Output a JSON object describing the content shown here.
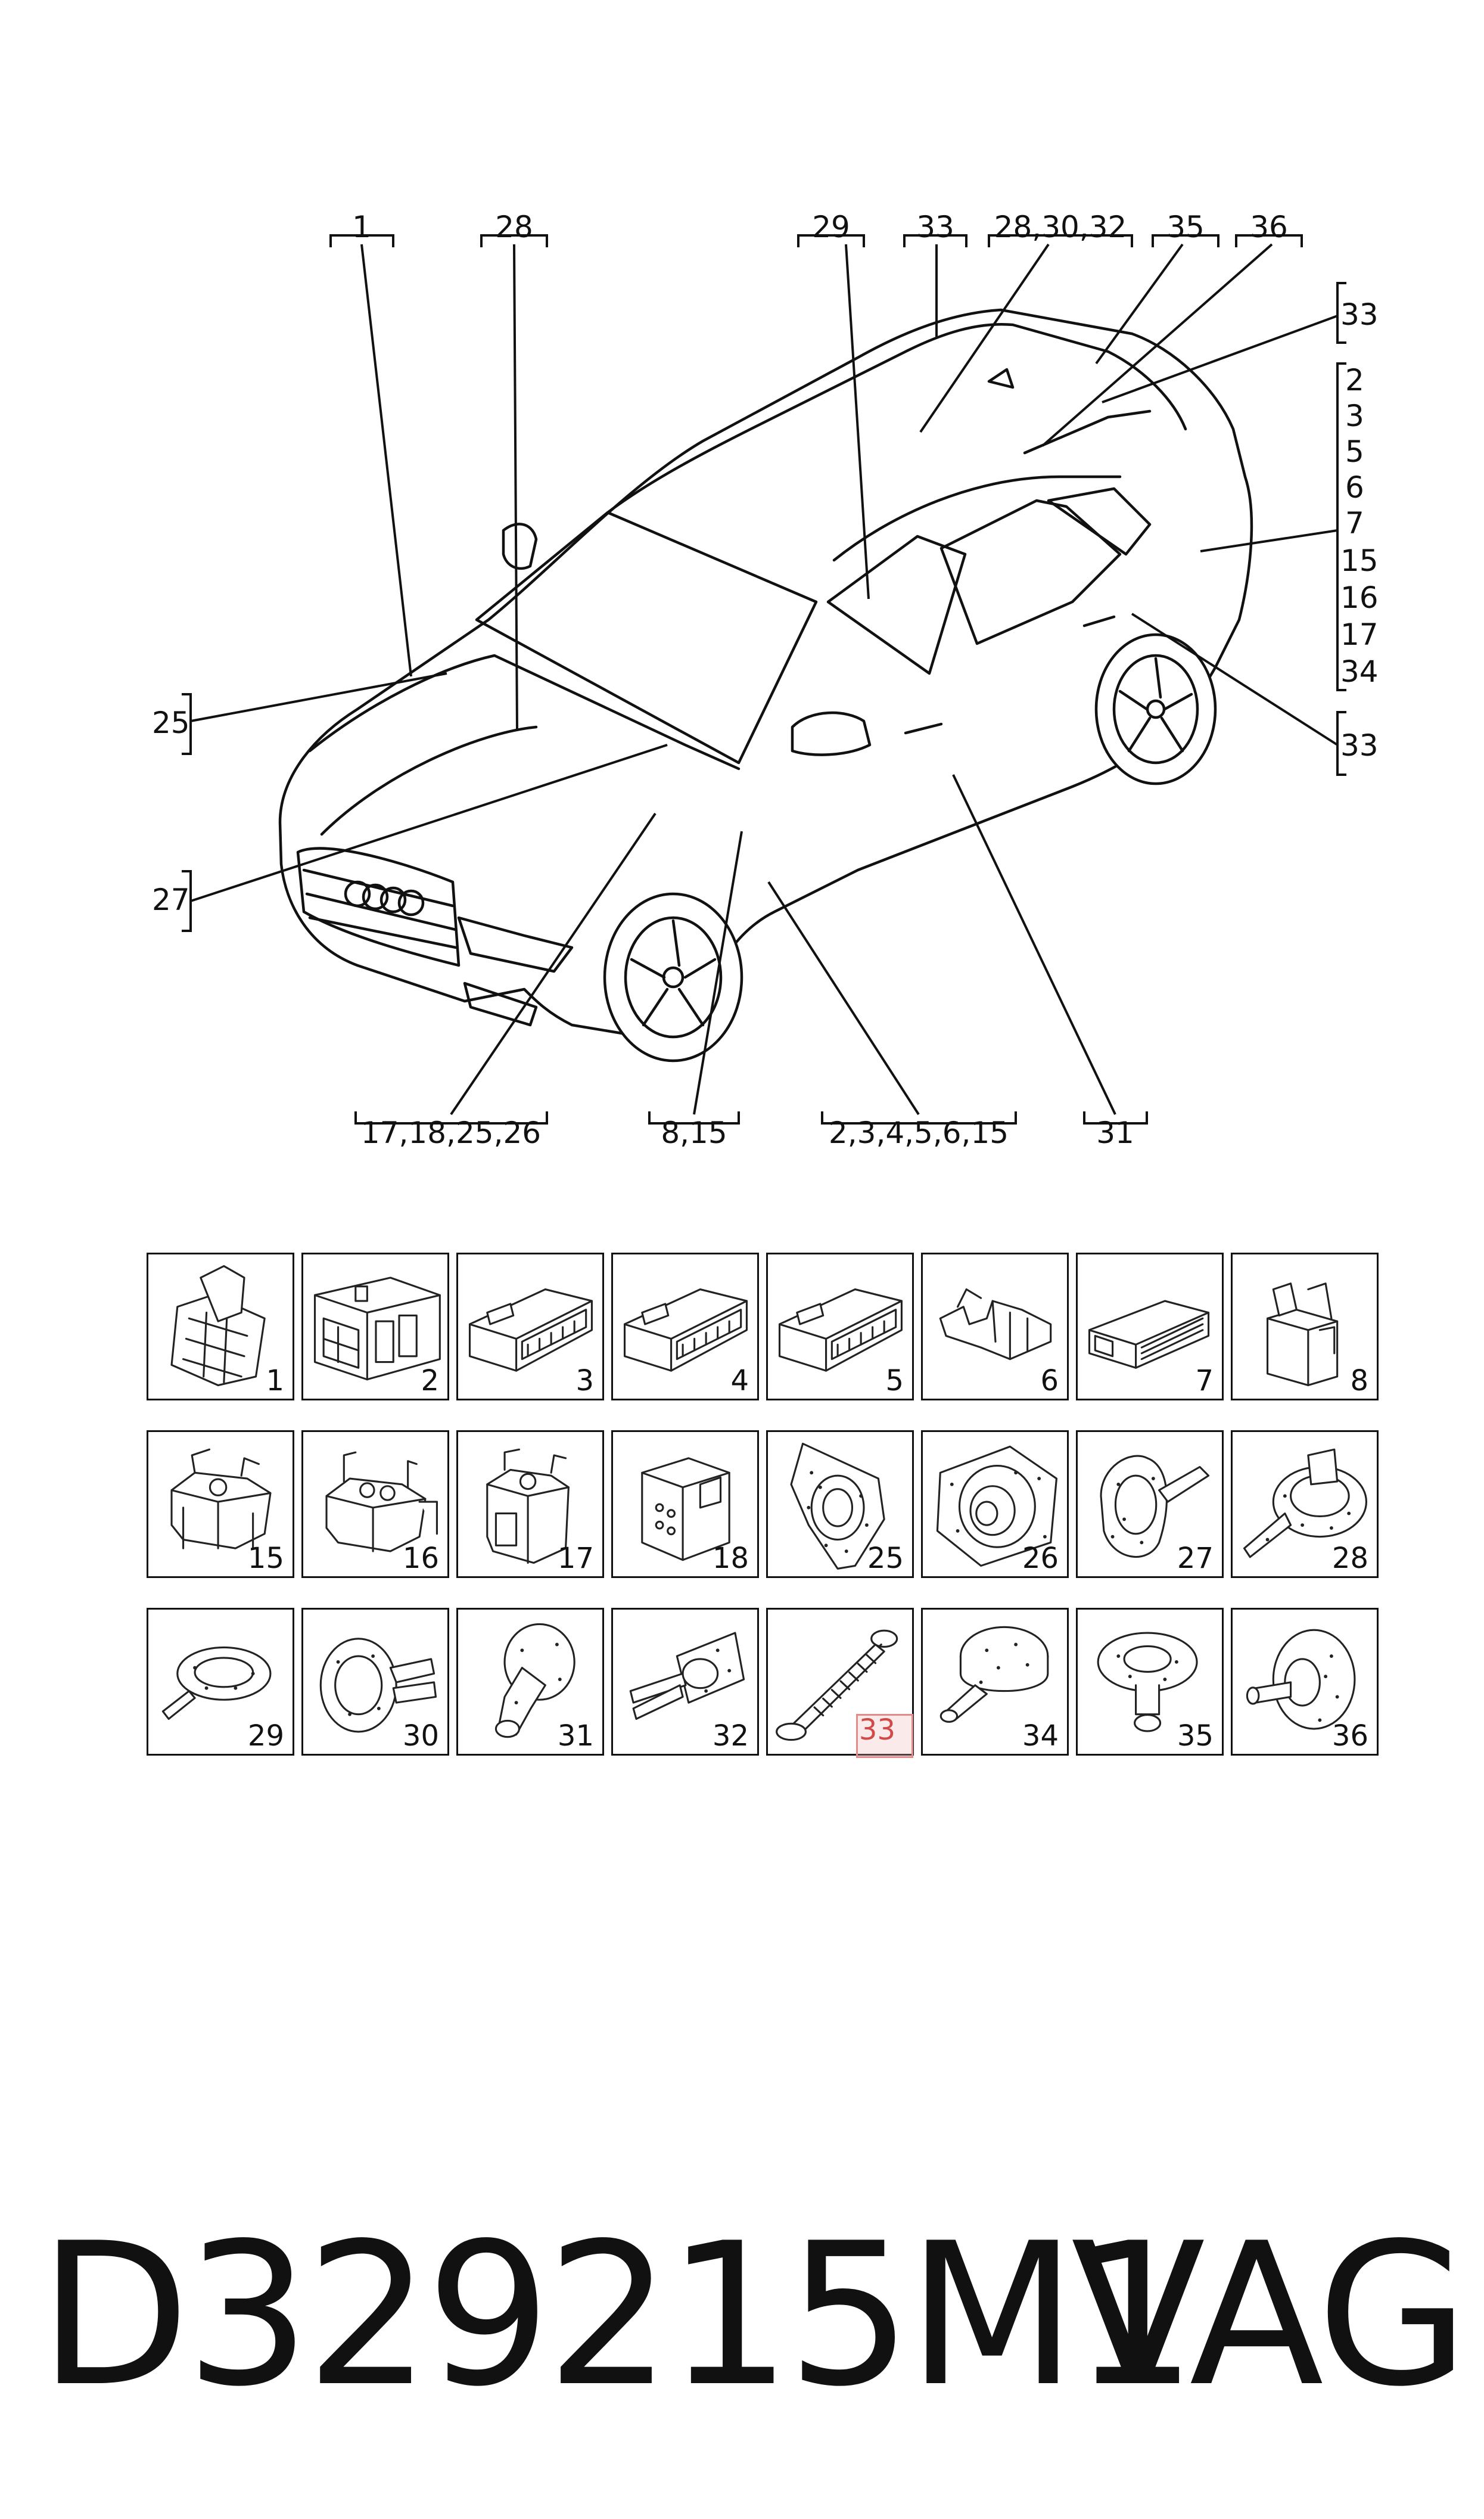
{
  "callouts": {
    "top": [
      "1",
      "28",
      "29",
      "33",
      "28,30,32",
      "35",
      "36"
    ],
    "right": [
      "33",
      "2",
      "3",
      "5",
      "6",
      "7",
      "15",
      "16",
      "17",
      "34",
      "33"
    ],
    "left": [
      "25",
      "27"
    ],
    "bottom": [
      "17,18,25,26",
      "8,15",
      "2,3,4,5,6,15",
      "31"
    ]
  },
  "parts": {
    "row1": [
      "1",
      "2",
      "3",
      "4",
      "5",
      "6",
      "7",
      "8"
    ],
    "row2": [
      "15",
      "16",
      "17",
      "18",
      "25",
      "26",
      "27",
      "28"
    ],
    "row3": [
      "29",
      "30",
      "31",
      "32",
      "33",
      "34",
      "35",
      "36"
    ],
    "highlighted": "33"
  },
  "footer": {
    "code": "D329215M1",
    "brand": "VAG"
  },
  "colors": {
    "line": "#111111",
    "highlight_border": "#e38a8a",
    "highlight_fill": "#f0b4b4"
  }
}
